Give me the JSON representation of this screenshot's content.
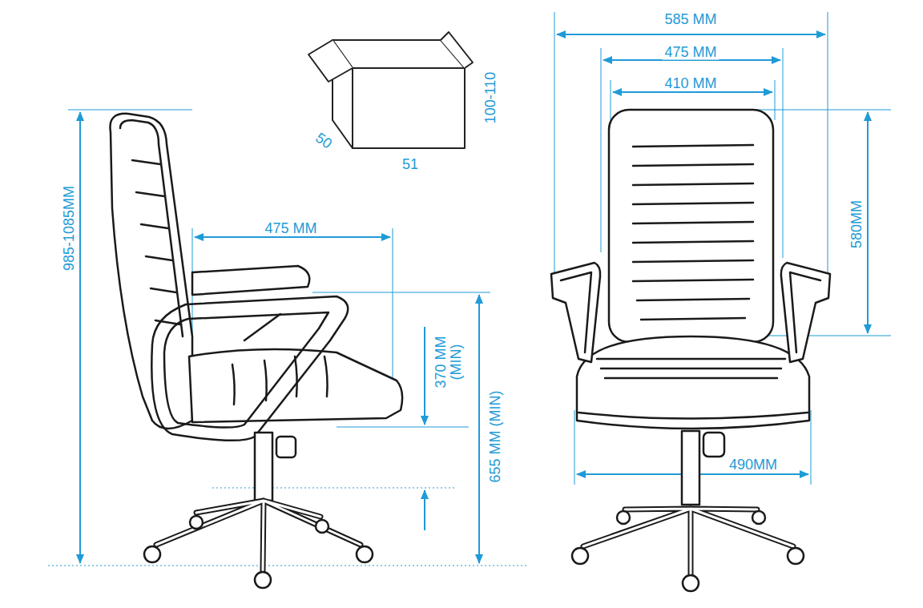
{
  "diagram": {
    "labels": [
      "585 MM",
      "475 MM",
      "410 MM",
      "100-110",
      "50",
      "51",
      "985-1085MM",
      "580MM",
      "475 MM",
      "370 MM (MIN)",
      "655 MM (MIN)",
      "490MM"
    ]
  }
}
